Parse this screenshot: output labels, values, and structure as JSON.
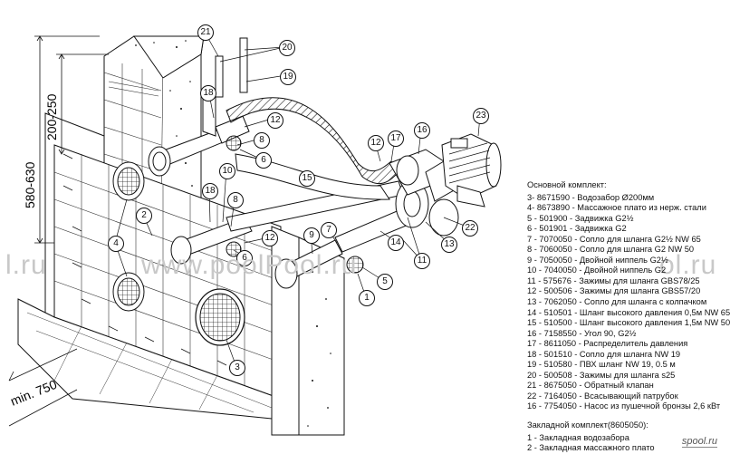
{
  "dimensions": {
    "d580": "580-630",
    "d200": "200-250",
    "dmin": "min. 750"
  },
  "callouts": [
    "1",
    "2",
    "3",
    "4",
    "5",
    "6",
    "7",
    "8",
    "9",
    "10",
    "11",
    "12",
    "13",
    "14",
    "15",
    "16",
    "17",
    "18",
    "19",
    "20",
    "21",
    "22",
    "23"
  ],
  "legend": {
    "main_title": "Основной комплект:",
    "main_items": [
      "3- 8671590 - Водозабор Ø200мм",
      "4- 8673890 - Массажное плато из нерж. стали",
      "5 - 501900 - Задвижка G2½",
      "6 - 501901 - Задвижка G2",
      "7 - 7070050 - Сопло для шланга G2½ NW 65",
      "8 - 7060050 - Сопло для шланга G2 NW 50",
      "9 - 7050050 - Двойной ниппель G2½",
      "10 - 7040050 - Двойной ниппель G2",
      "11 - 575676 - Зажимы для шланга GBS78/25",
      "12 - 500506 - Зажимы для шланга GBS57/20",
      "13 - 7062050 - Сопло для шланга с колпачком",
      "14 - 510501 - Шланг высокого давления 0,5м NW 65",
      "15 - 510500 - Шланг высокого давления 1,5м NW 50",
      "16 - 7158550 - Угол 90, G2½",
      "17 - 8611050 - Распределитель давления",
      "18 - 501510 - Сопло для шланга NW 19",
      "19 - 510580 - ПВХ шланг NW 19, 0.5 м",
      "20 - 500508 - Зажимы для шланга s25",
      "21 - 8675050 - Обратный клапан",
      "22 - 7164050 - Всасывающий патрубок",
      "16 - 7754050 - Насос из пушечной бронзы 2,6 кВт"
    ],
    "embed_title": "Закладной комплект(8605050):",
    "embed_items": [
      "1 - Закладная водозабора",
      "2 - Закладная массажного плато"
    ]
  },
  "watermark": {
    "left": "l.ru",
    "middle": "www.poolPool.ru",
    "right": "ol.ru",
    "brand": "spool.ru"
  }
}
